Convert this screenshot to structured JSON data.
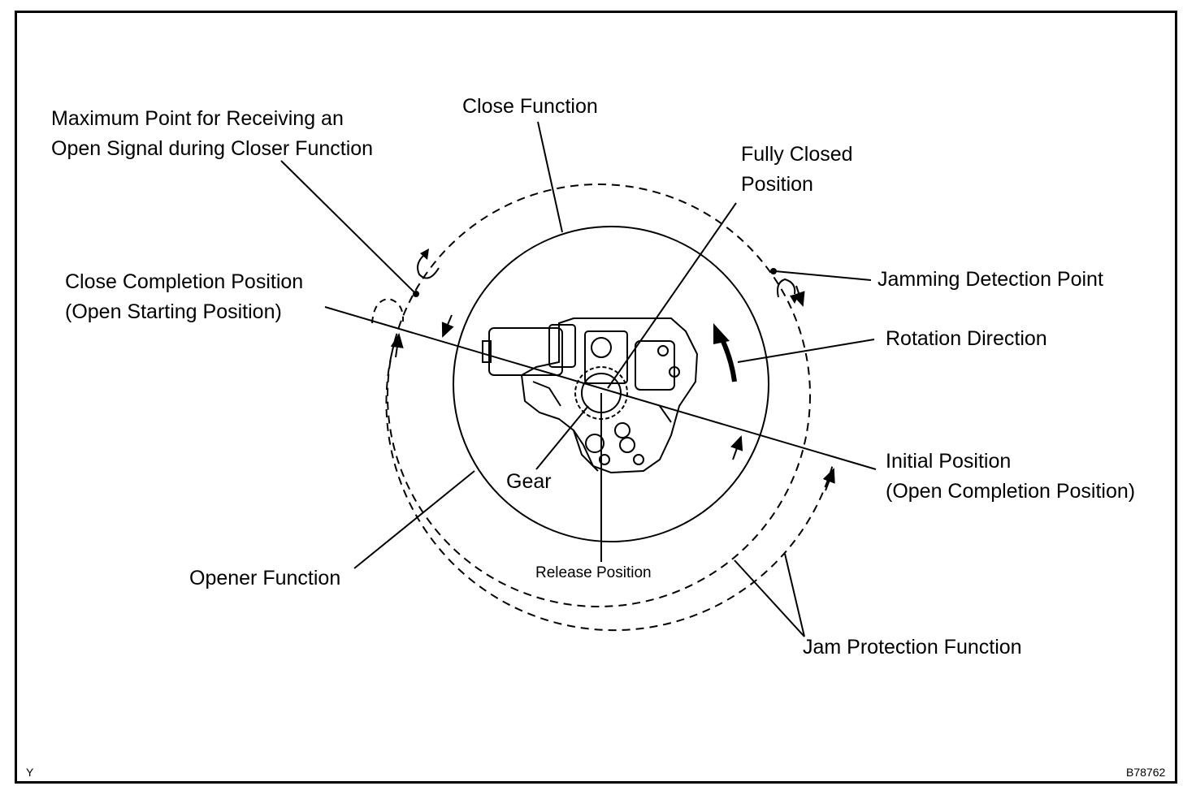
{
  "labels": {
    "max_point_1": "Maximum Point for Receiving an",
    "max_point_2": "Open Signal during Closer Function",
    "close_function": "Close Function",
    "fully_closed_1": "Fully Closed",
    "fully_closed_2": "Position",
    "close_completion_1": "Close Completion Position",
    "close_completion_2": "(Open Starting Position)",
    "jamming_detection": "Jamming Detection Point",
    "rotation_direction": "Rotation Direction",
    "initial_position_1": "Initial Position",
    "initial_position_2": "(Open Completion Position)",
    "gear": "Gear",
    "release_position": "Release Position",
    "opener_function": "Opener Function",
    "jam_protection": "Jam Protection Function"
  },
  "corner_codes": {
    "left": "Y",
    "right": "B78762"
  }
}
